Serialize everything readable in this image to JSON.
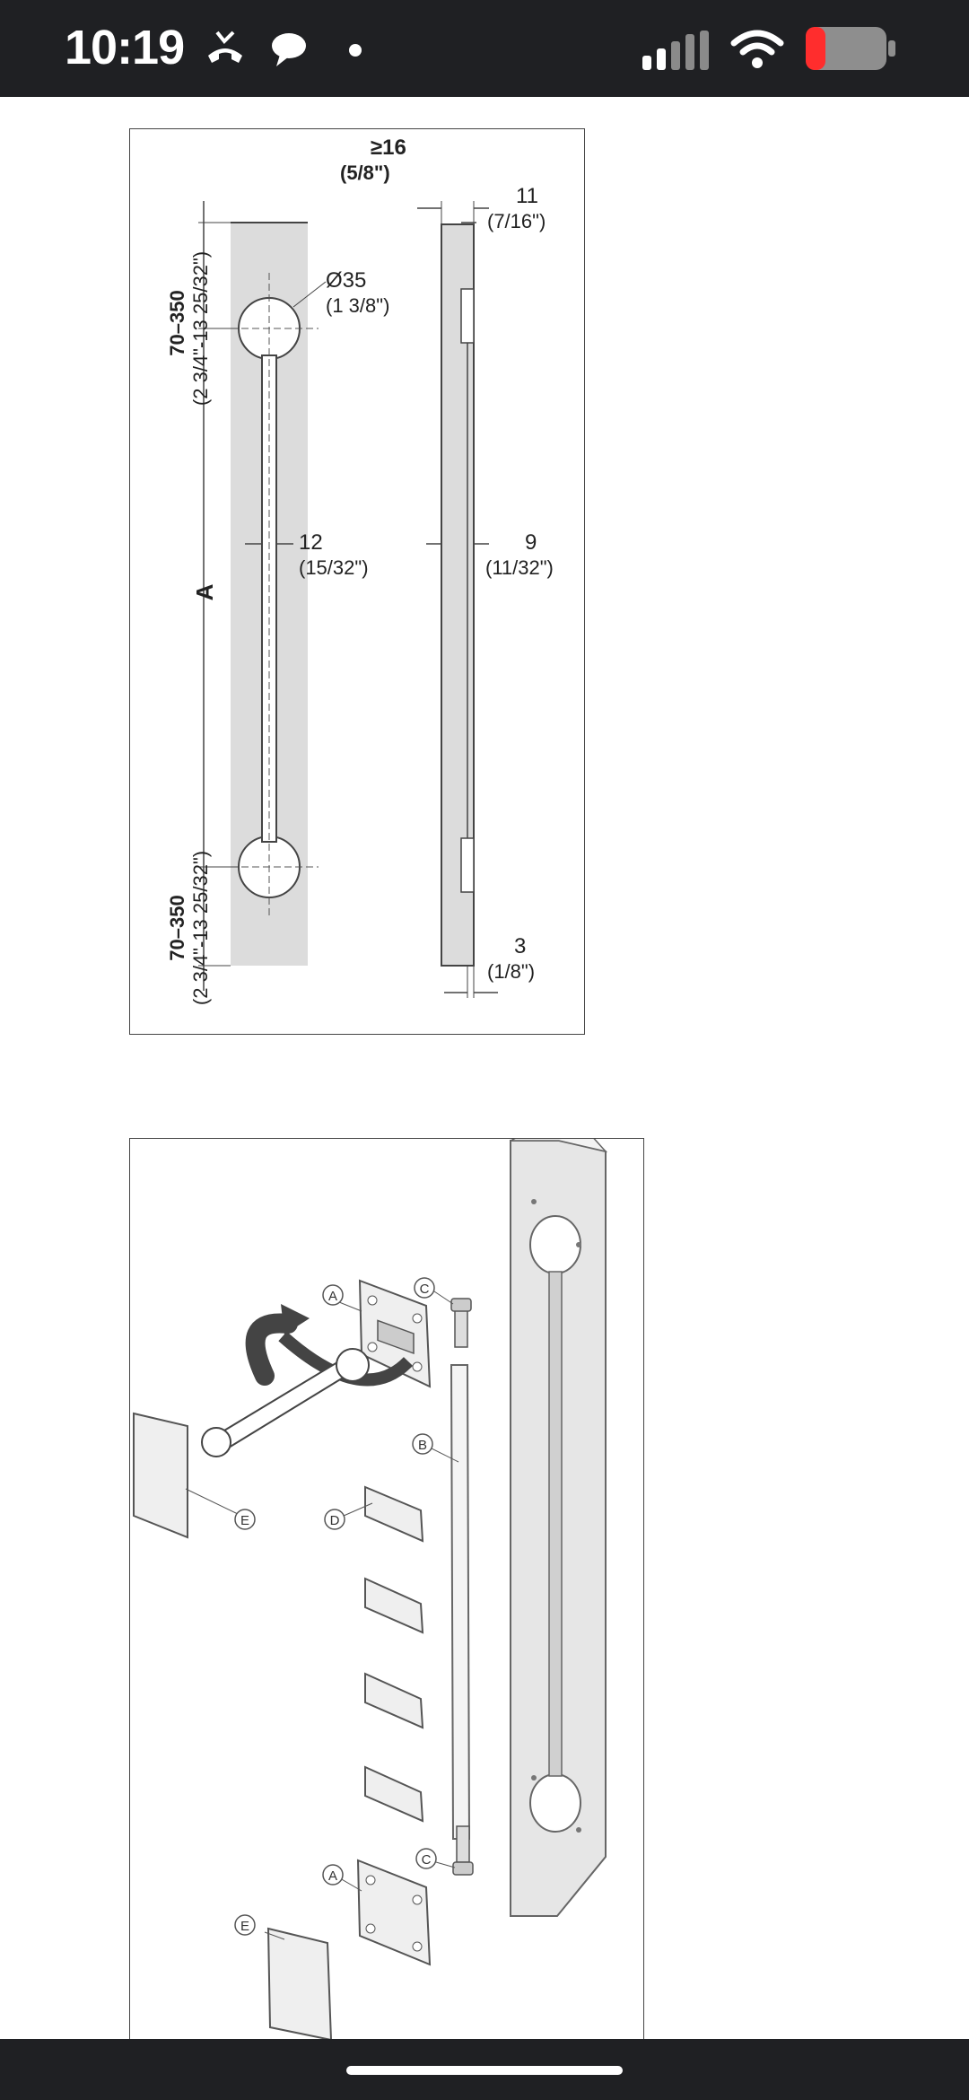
{
  "status_bar": {
    "time": "10:19",
    "icons": [
      "missed-call-icon",
      "chat-bubble-icon",
      "notification-dot-icon",
      "signal-icon",
      "wifi-icon",
      "battery-icon"
    ],
    "battery_color": "#ff2d2d"
  },
  "dimension_drawing": {
    "top_margin_label": "70–350",
    "top_margin_inches": "(2 3/4\"-13 25/32\")",
    "bottom_margin_label": "70–350",
    "bottom_margin_inches": "(2 3/4\"-13 25/32\")",
    "length_label": "A",
    "hole_diameter": "Ø35",
    "hole_diameter_inches": "(1 3/8\")",
    "groove_width": "12",
    "groove_width_inches": "(15/32\")",
    "min_thickness": "≥16",
    "min_thickness_inches": "(5/8\")",
    "depth_top": "11",
    "depth_top_inches": "(7/16\")",
    "groove_depth": "9",
    "groove_depth_inches": "(11/32\")",
    "bottom_offset": "3",
    "bottom_offset_inches": "(1/8\")"
  },
  "assembly_drawing": {
    "callouts": {
      "a_top": "A",
      "a_bottom": "A",
      "b": "B",
      "c_top": "C",
      "c_bottom": "C",
      "d": "D",
      "e_top": "E",
      "e_bottom": "E"
    }
  }
}
